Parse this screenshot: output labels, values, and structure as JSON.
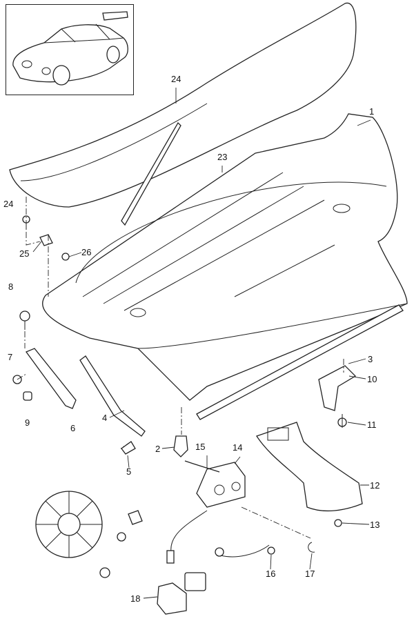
{
  "diagram": {
    "title_inset": "vehicle-overview",
    "labels": [
      {
        "id": "p24a",
        "text": "24"
      },
      {
        "id": "p1",
        "text": "1"
      },
      {
        "id": "p23",
        "text": "23"
      },
      {
        "id": "p24b",
        "text": "24"
      },
      {
        "id": "p25",
        "text": "25"
      },
      {
        "id": "p26",
        "text": "26"
      },
      {
        "id": "p8",
        "text": "8"
      },
      {
        "id": "p7",
        "text": "7"
      },
      {
        "id": "p9",
        "text": "9"
      },
      {
        "id": "p6",
        "text": "6"
      },
      {
        "id": "p4",
        "text": "4"
      },
      {
        "id": "p5",
        "text": "5"
      },
      {
        "id": "p2",
        "text": "2"
      },
      {
        "id": "p3",
        "text": "3"
      },
      {
        "id": "p10",
        "text": "10"
      },
      {
        "id": "p11",
        "text": "11"
      },
      {
        "id": "p15",
        "text": "15"
      },
      {
        "id": "p14",
        "text": "14"
      },
      {
        "id": "p12",
        "text": "12"
      },
      {
        "id": "p13",
        "text": "13"
      },
      {
        "id": "p16",
        "text": "16"
      },
      {
        "id": "p17",
        "text": "17"
      },
      {
        "id": "p18",
        "text": "18"
      }
    ]
  }
}
